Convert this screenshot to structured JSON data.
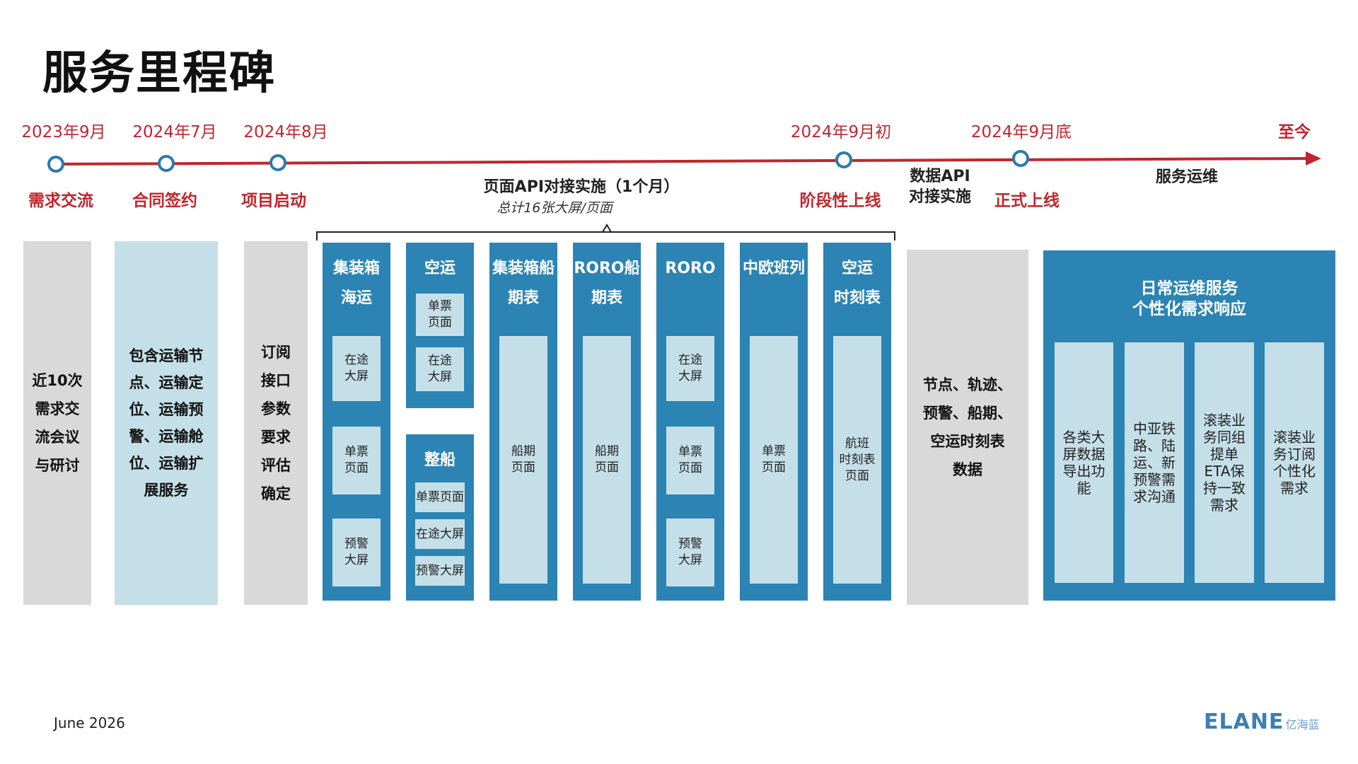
{
  "title": "服务里程碑",
  "timeline": {
    "dates": [
      "2023年9月",
      "2024年7月",
      "2024年8月",
      "2024年9月初",
      "2024年9月底",
      "至今"
    ],
    "milestones": [
      "需求交流",
      "合同签约",
      "项目启动",
      "阶段性上线",
      "正式上线"
    ],
    "phase_implement": "页面API对接实施（1个月）",
    "phase_implement_sub": "总计16张大屏/页面",
    "phase_data": "数据API\n对接实施",
    "phase_ops": "服务运维"
  },
  "columns": {
    "demand": "近10次\n需求交\n流会议\n与研讨",
    "contract": "包含运输节\n点、运输定\n位、运输预\n警、运输舱\n位、运输扩\n展服务",
    "kickoff": "订阅\n接口\n参数\n要求\n评估\n确定",
    "ocean": {
      "title": "集装箱\n海运",
      "items": [
        "在途\n大屏",
        "单票\n页面",
        "预警\n大屏"
      ]
    },
    "air": {
      "title": "空运",
      "items": [
        "单票\n页面",
        "在途\n大屏"
      ]
    },
    "charter": {
      "title": "整船",
      "items": [
        "单票页面",
        "在途大屏",
        "预警大屏"
      ]
    },
    "container_schedule": {
      "title": "集装箱船\n期表",
      "items": [
        "船期\n页面"
      ]
    },
    "roro_schedule": {
      "title": "RORO船\n期表",
      "items": [
        "船期\n页面"
      ]
    },
    "roro": {
      "title": "RORO",
      "items": [
        "在途\n大屏",
        "单票\n页面",
        "预警\n大屏"
      ]
    },
    "china_europe": {
      "title": "中欧班列",
      "items": [
        "单票\n页面"
      ]
    },
    "air_timetable": {
      "title": "空运\n时刻表",
      "items": [
        "航班\n时刻表\n页面"
      ]
    },
    "data_api": "节点、轨迹、\n预警、船期、\n空运时刻表\n数据",
    "ops": {
      "title": "日常运维服务\n个性化需求响应",
      "items": [
        "各类大\n屏数据\n导出功\n能",
        "中亚铁\n路、陆\n运、新\n预警需\n求沟通",
        "滚装业\n务同组\n提单\nETA保\n持一致\n需求",
        "滚装业\n务订阅\n个性化\n需求"
      ]
    }
  },
  "footer": {
    "date": "June 2026",
    "logo_text": "ELANE",
    "logo_cn": "亿海蓝"
  },
  "colors": {
    "accent_red": "#c0262d",
    "blue": "#2b84b3",
    "light_blue": "#c5dfe8",
    "gray": "#d9d9d9",
    "dot_blue": "#2a7bab"
  }
}
